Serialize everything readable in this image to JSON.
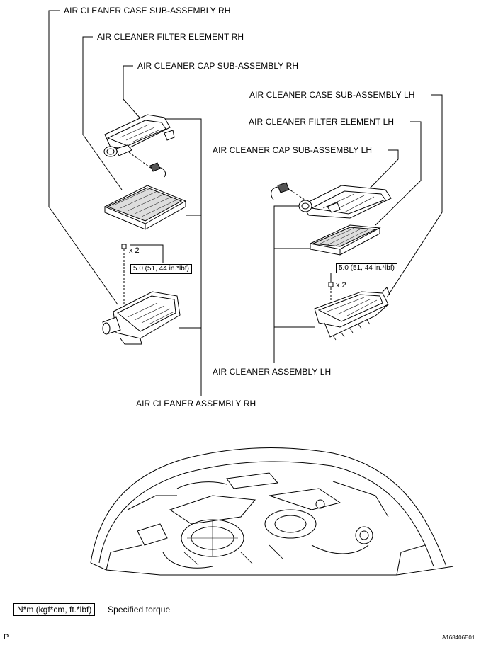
{
  "labels": {
    "case_rh": "AIR CLEANER CASE SUB-ASSEMBLY RH",
    "filter_rh": "AIR CLEANER FILTER ELEMENT RH",
    "cap_rh": "AIR CLEANER CAP SUB-ASSEMBLY RH",
    "case_lh": "AIR CLEANER CASE SUB-ASSEMBLY LH",
    "filter_lh": "AIR CLEANER FILTER ELEMENT LH",
    "cap_lh": "AIR CLEANER CAP SUB-ASSEMBLY LH",
    "assy_lh": "AIR CLEANER ASSEMBLY LH",
    "assy_rh": "AIR CLEANER ASSEMBLY RH"
  },
  "torque": {
    "rh": "5.0 (51, 44 in.*lbf)",
    "lh": "5.0 (51, 44 in.*lbf)",
    "qty_rh": "x 2",
    "qty_lh": "x 2"
  },
  "legend": {
    "box": "N*m (kgf*cm, ft.*lbf)",
    "text": "Specified torque"
  },
  "footer": {
    "page_marker": "P",
    "figure_id": "A168406E01"
  }
}
